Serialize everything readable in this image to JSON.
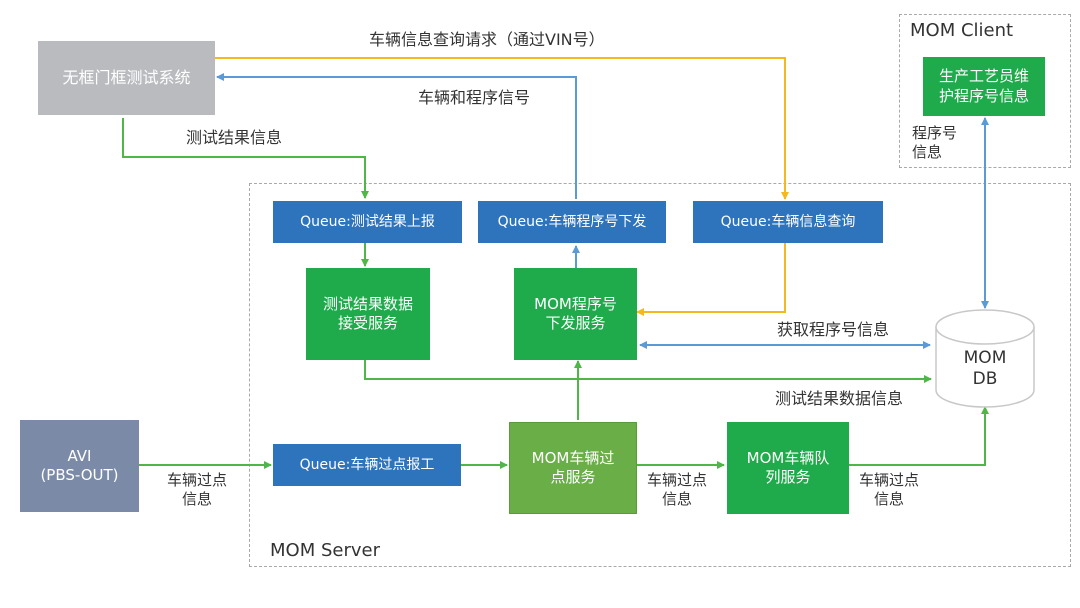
{
  "nodes": {
    "test_system": "无框门框测试系统",
    "queue_result": "Queue:测试结果上报",
    "queue_program": "Queue:车辆程序号下发",
    "queue_info": "Queue:车辆信息查询",
    "svc_receive": "测试结果数据\n接受服务",
    "svc_program": "MOM程序号\n下发服务",
    "svc_pass": "MOM车辆过\n点服务",
    "svc_queue": "MOM车辆队\n列服务",
    "queue_pass": "Queue:车辆过点报工",
    "avi": "AVI\n(PBS-OUT)",
    "client_maint": "生产工艺员维\n护程序号信息",
    "db": "MOM\nDB"
  },
  "groups": {
    "client": "MOM Client",
    "server": "MOM Server"
  },
  "edge_labels": {
    "vin_query": "车辆信息查询请求（通过VIN号）",
    "vehicle_program": "车辆和程序信号",
    "test_result": "测试结果信息",
    "get_program": "获取程序号信息",
    "test_data": "测试结果数据信息",
    "pass_info_1": "车辆过点\n信息",
    "pass_info_2": "车辆过点\n信息",
    "pass_info_3": "车辆过点\n信息",
    "program_no": "程序号\n信息"
  },
  "colors": {
    "green_line": "#4fb748",
    "blue_line": "#5b9bd5",
    "orange_line": "#f5b81e",
    "blue_box": "#2e74bd",
    "green_box": "#1faa4b",
    "olive_box": "#6aae47"
  }
}
